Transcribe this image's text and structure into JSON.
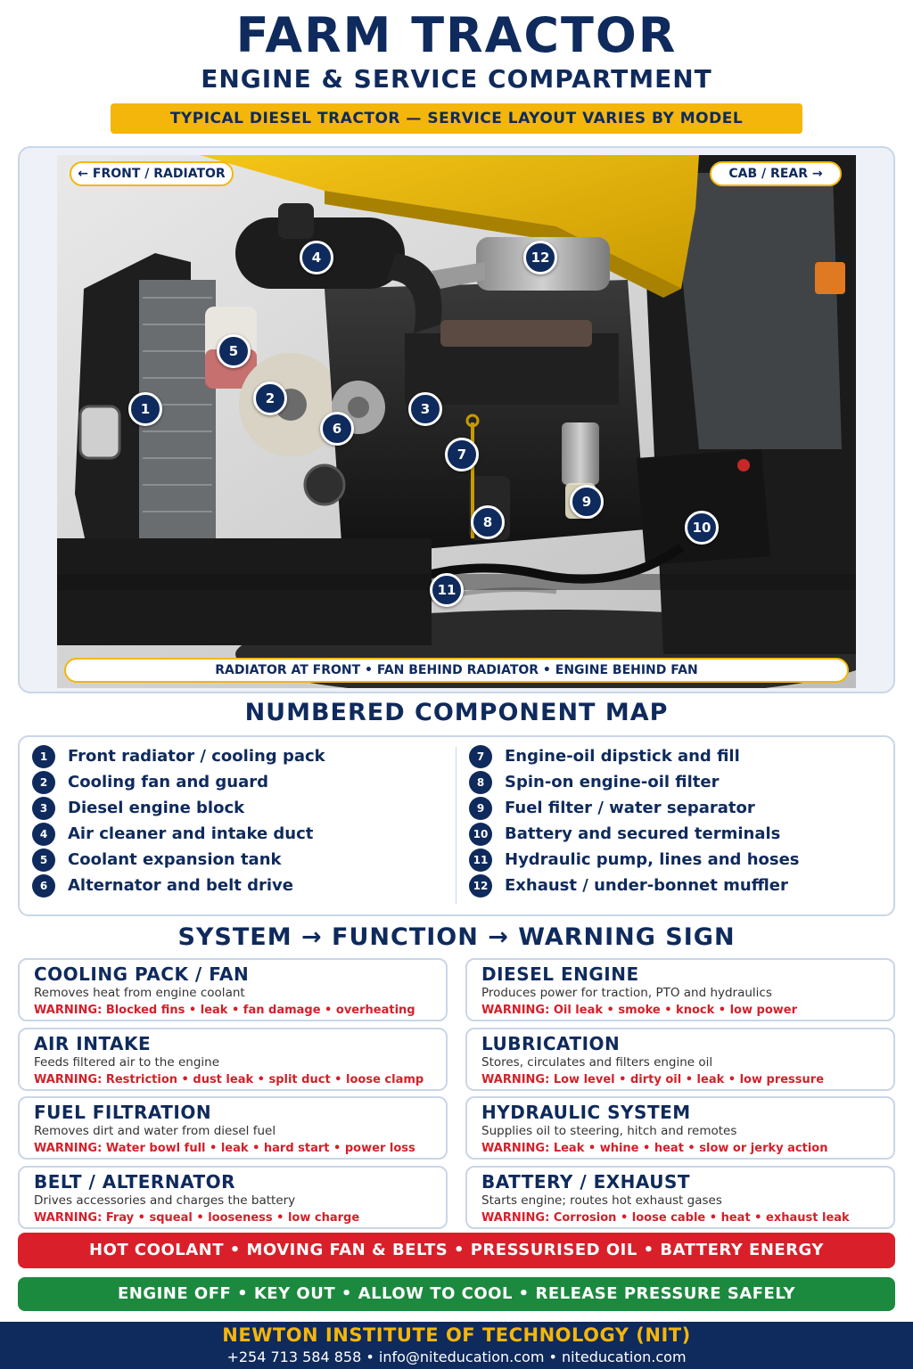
{
  "header": {
    "title": "FARM TRACTOR",
    "subtitle": "ENGINE & SERVICE COMPARTMENT",
    "banner": "TYPICAL DIESEL TRACTOR — SERVICE LAYOUT VARIES BY MODEL"
  },
  "photo": {
    "label_front": "← FRONT / RADIATOR",
    "label_rear": "CAB / REAR →",
    "caption": "RADIATOR AT FRONT • FAN BEHIND RADIATOR • ENGINE BEHIND FAN",
    "markers": [
      "1",
      "2",
      "3",
      "4",
      "5",
      "6",
      "7",
      "8",
      "9",
      "10",
      "11",
      "12"
    ]
  },
  "component_map": {
    "heading": "NUMBERED COMPONENT MAP",
    "left": [
      {
        "num": "1",
        "label": "Front radiator / cooling pack"
      },
      {
        "num": "2",
        "label": "Cooling fan and guard"
      },
      {
        "num": "3",
        "label": "Diesel engine block"
      },
      {
        "num": "4",
        "label": "Air cleaner and intake duct"
      },
      {
        "num": "5",
        "label": "Coolant expansion tank"
      },
      {
        "num": "6",
        "label": "Alternator and belt drive"
      }
    ],
    "right": [
      {
        "num": "7",
        "label": "Engine-oil dipstick and fill"
      },
      {
        "num": "8",
        "label": "Spin-on engine-oil filter"
      },
      {
        "num": "9",
        "label": "Fuel filter / water separator"
      },
      {
        "num": "10",
        "label": "Battery and secured terminals"
      },
      {
        "num": "11",
        "label": "Hydraulic pump, lines and hoses"
      },
      {
        "num": "12",
        "label": "Exhaust / under-bonnet muffler"
      }
    ]
  },
  "systems": {
    "heading": "SYSTEM → FUNCTION → WARNING SIGN",
    "cards": [
      {
        "title": "COOLING PACK / FAN",
        "desc": "Removes heat from engine coolant",
        "warning": "WARNING: Blocked fins • leak • fan damage • overheating"
      },
      {
        "title": "DIESEL ENGINE",
        "desc": "Produces power for traction, PTO and hydraulics",
        "warning": "WARNING: Oil leak • smoke • knock • low power"
      },
      {
        "title": "AIR INTAKE",
        "desc": "Feeds filtered air to the engine",
        "warning": "WARNING: Restriction • dust leak • split duct • loose clamp"
      },
      {
        "title": "LUBRICATION",
        "desc": "Stores, circulates and filters engine oil",
        "warning": "WARNING: Low level • dirty oil • leak • low pressure"
      },
      {
        "title": "FUEL FILTRATION",
        "desc": "Removes dirt and water from diesel fuel",
        "warning": "WARNING: Water bowl full • leak • hard start • power loss"
      },
      {
        "title": "HYDRAULIC SYSTEM",
        "desc": "Supplies oil to steering, hitch and remotes",
        "warning": "WARNING: Leak • whine • heat • slow or jerky action"
      },
      {
        "title": "BELT / ALTERNATOR",
        "desc": "Drives accessories and charges the battery",
        "warning": "WARNING: Fray • squeal • looseness • low charge"
      },
      {
        "title": "BATTERY / EXHAUST",
        "desc": "Starts engine; routes hot exhaust gases",
        "warning": "WARNING: Corrosion • loose cable • heat • exhaust leak"
      }
    ]
  },
  "hazard_bar": "HOT COOLANT • MOVING FAN & BELTS • PRESSURISED OIL • BATTERY ENERGY",
  "safety_bar": "ENGINE OFF • KEY OUT • ALLOW TO COOL • RELEASE PRESSURE SAFELY",
  "footer": {
    "org": "NEWTON INSTITUTE OF TECHNOLOGY (NIT)",
    "contact": "+254 713 584 858 • info@niteducation.com • niteducation.com"
  },
  "colors": {
    "navy": "#0f2a5c",
    "yellow": "#f4b60b",
    "red": "#d9202a",
    "green": "#1c8a3e"
  }
}
